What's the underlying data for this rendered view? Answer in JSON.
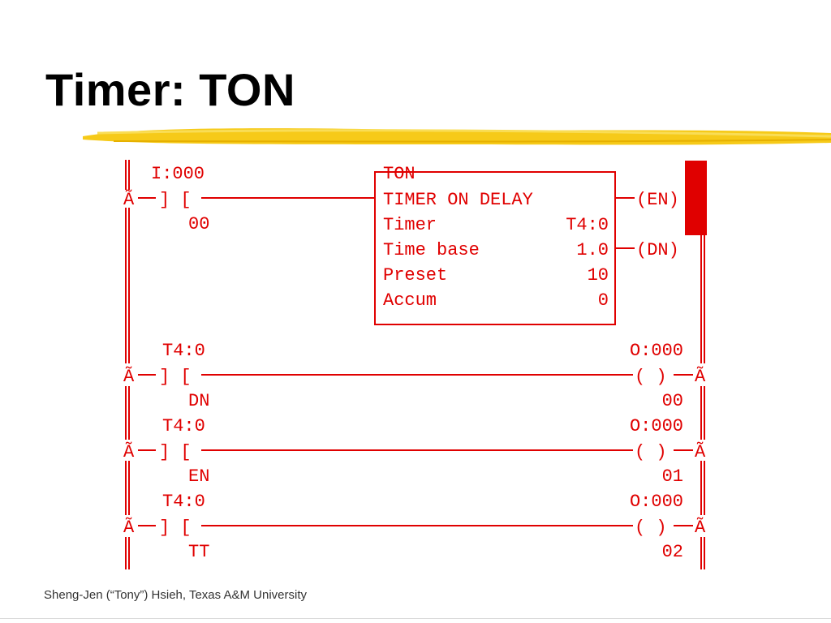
{
  "slide": {
    "title": "Timer: TON",
    "footer": "Sheng-Jen (“Tony”) Hsieh, Texas A&M University"
  },
  "colors": {
    "ladder": "#e00000",
    "highlight_marker": "#e00000",
    "underline": "#f5c400",
    "text": "#000000"
  },
  "ladder": {
    "rail_glyph": "Ã",
    "contact_open": "] [",
    "coil": "( )",
    "rung1": {
      "address": "I:000",
      "bit": "00",
      "block": {
        "name": "TON",
        "title": "TIMER ON DELAY",
        "rows": [
          {
            "label": "Timer",
            "value": "T4:0"
          },
          {
            "label": "Time base",
            "value": "1.0"
          },
          {
            "label": "Preset",
            "value": "10"
          },
          {
            "label": "Accum",
            "value": "0"
          }
        ],
        "out_en": "(EN)",
        "out_dn": "(DN)"
      }
    },
    "rungs": [
      {
        "in_address": "T4:0",
        "in_bit": "DN",
        "out_address": "O:000",
        "out_bit": "00"
      },
      {
        "in_address": "T4:0",
        "in_bit": "EN",
        "out_address": "O:000",
        "out_bit": "01"
      },
      {
        "in_address": "T4:0",
        "in_bit": "TT",
        "out_address": "O:000",
        "out_bit": "02"
      }
    ]
  }
}
